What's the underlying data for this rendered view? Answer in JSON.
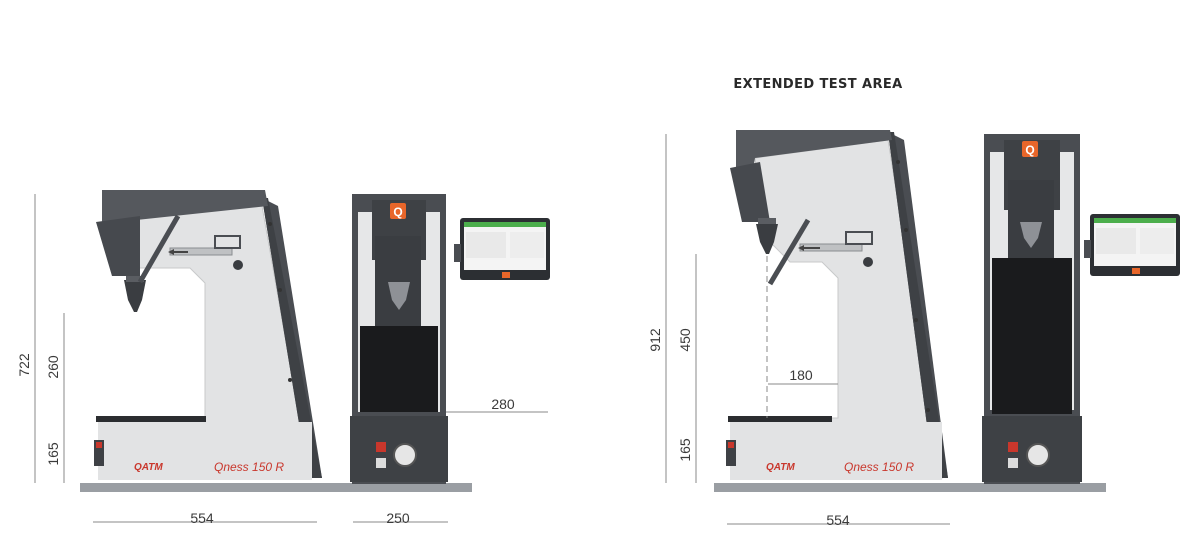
{
  "diagram": {
    "title": "EXTENDED TEST AREA",
    "brand": "QATM",
    "model": "Qness 150 R",
    "colors": {
      "frame": "#4a4d52",
      "body": "#e2e3e4",
      "accent": "#e8662a",
      "screen": "#2c2f33",
      "base": "#9a9ea3",
      "dim_line": "#8a8a8a",
      "red": "#c9372c"
    },
    "left_machine": {
      "dims": {
        "total_height": "722",
        "test_height": "260",
        "base_height": "165",
        "depth": "554",
        "tower_depth": "250",
        "tower_arm": "280"
      }
    },
    "right_machine": {
      "dims": {
        "total_height": "912",
        "test_height": "450",
        "base_height": "165",
        "throat": "180",
        "depth": "554"
      }
    }
  }
}
